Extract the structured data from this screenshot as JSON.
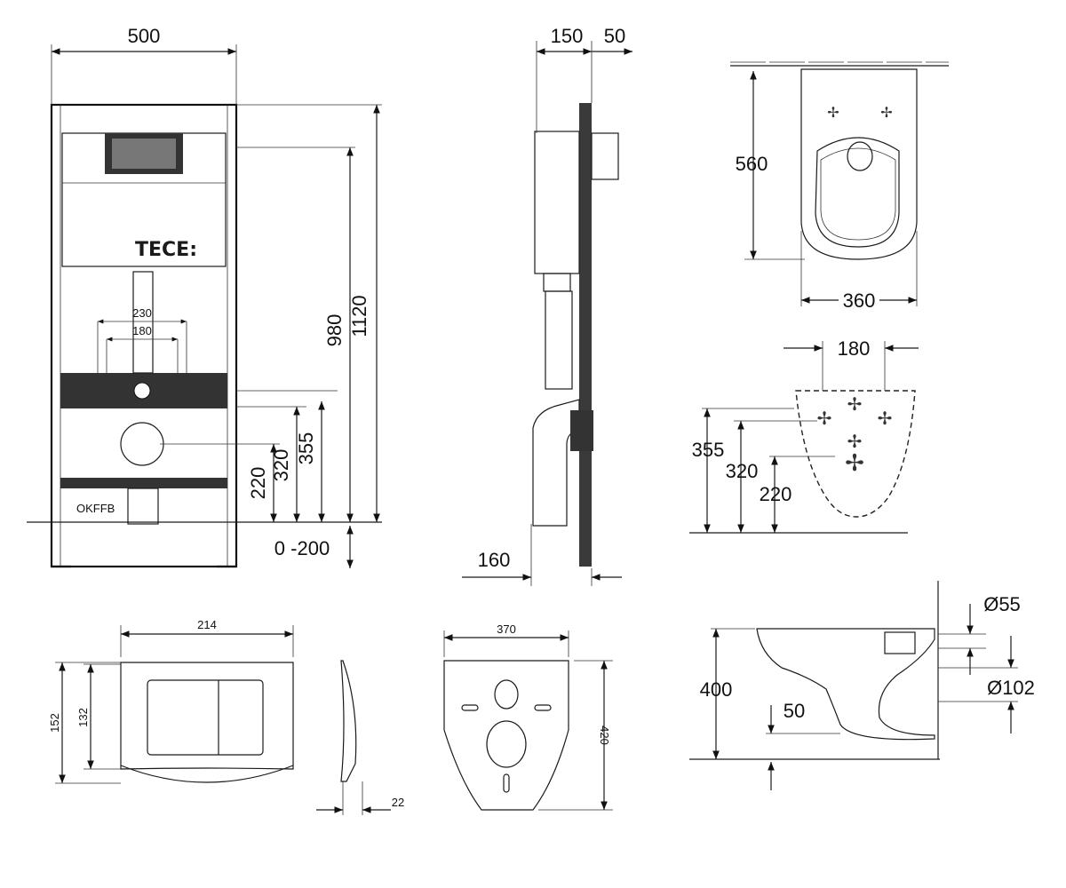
{
  "frame_front": {
    "width": "500",
    "height_total": "1120",
    "height_cistern": "980",
    "bolt_spacing_outer": "230",
    "bolt_spacing_inner": "180",
    "height_355": "355",
    "height_320": "320",
    "height_220": "220",
    "floor_adjust": "0 -200",
    "brand": "TECE:"
  },
  "frame_side": {
    "depth": "150",
    "panel": "50",
    "offset": "160"
  },
  "bowl_top": {
    "length": "560",
    "width": "360"
  },
  "bowl_rear": {
    "bolt_spacing": "180",
    "h355": "355",
    "h320": "320",
    "h220": "220"
  },
  "bowl_side": {
    "height": "400",
    "inlet_diameter": "Ø55",
    "outlet_diameter": "Ø102",
    "offset": "50"
  },
  "flush_plate": {
    "width": "214",
    "height_outer": "152",
    "height_inner": "132",
    "thickness": "22"
  },
  "sound_mat": {
    "width": "370",
    "height": "420"
  }
}
